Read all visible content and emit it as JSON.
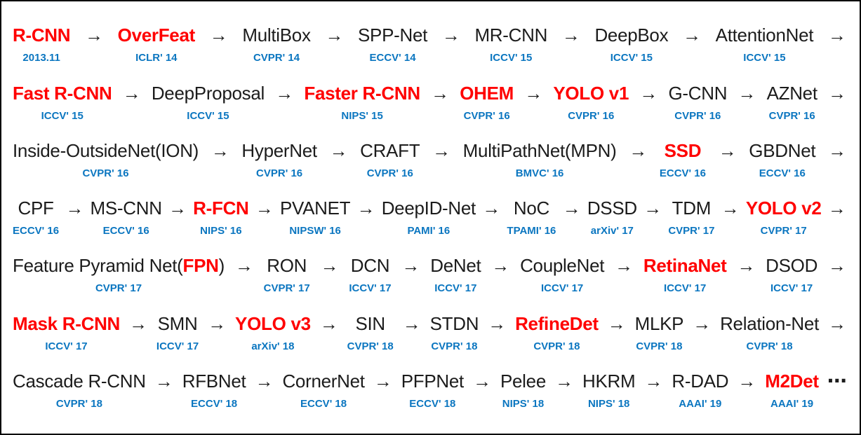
{
  "colors": {
    "red": "#ff0000",
    "black": "#1c1c1c",
    "blue": "#0b76c0",
    "border": "#000000"
  },
  "icons": {
    "arrow": "→",
    "ellipsis": "⋯"
  },
  "timeline": {
    "rows": [
      {
        "end": "arrow",
        "items": [
          {
            "parts": [
              {
                "text": "R-CNN",
                "color": "red"
              }
            ],
            "venue": "2013.11"
          },
          {
            "parts": [
              {
                "text": "OverFeat",
                "color": "red"
              }
            ],
            "venue": "ICLR' 14"
          },
          {
            "parts": [
              {
                "text": "MultiBox",
                "color": "black"
              }
            ],
            "venue": "CVPR' 14"
          },
          {
            "parts": [
              {
                "text": "SPP-Net",
                "color": "black"
              }
            ],
            "venue": "ECCV' 14"
          },
          {
            "parts": [
              {
                "text": "MR-CNN",
                "color": "black"
              }
            ],
            "venue": "ICCV' 15"
          },
          {
            "parts": [
              {
                "text": "DeepBox",
                "color": "black"
              }
            ],
            "venue": "ICCV' 15"
          },
          {
            "parts": [
              {
                "text": "AttentionNet",
                "color": "black"
              }
            ],
            "venue": "ICCV' 15"
          }
        ]
      },
      {
        "end": "arrow",
        "items": [
          {
            "parts": [
              {
                "text": "Fast R-CNN",
                "color": "red"
              }
            ],
            "venue": "ICCV' 15"
          },
          {
            "parts": [
              {
                "text": "DeepProposal",
                "color": "black"
              }
            ],
            "venue": "ICCV' 15"
          },
          {
            "parts": [
              {
                "text": "Faster R-CNN",
                "color": "red"
              }
            ],
            "venue": "NIPS' 15"
          },
          {
            "parts": [
              {
                "text": "OHEM",
                "color": "red"
              }
            ],
            "venue": "CVPR' 16"
          },
          {
            "parts": [
              {
                "text": "YOLO v1",
                "color": "red"
              }
            ],
            "venue": "CVPR' 16"
          },
          {
            "parts": [
              {
                "text": "G-CNN",
                "color": "black"
              }
            ],
            "venue": "CVPR' 16"
          },
          {
            "parts": [
              {
                "text": "AZNet",
                "color": "black"
              }
            ],
            "venue": "CVPR' 16"
          }
        ]
      },
      {
        "end": "arrow",
        "items": [
          {
            "parts": [
              {
                "text": "Inside-OutsideNet(ION)",
                "color": "black"
              }
            ],
            "venue": "CVPR' 16"
          },
          {
            "parts": [
              {
                "text": "HyperNet",
                "color": "black"
              }
            ],
            "venue": "CVPR' 16"
          },
          {
            "parts": [
              {
                "text": "CRAFT",
                "color": "black"
              }
            ],
            "venue": "CVPR' 16"
          },
          {
            "parts": [
              {
                "text": "MultiPathNet(MPN)",
                "color": "black"
              }
            ],
            "venue": "BMVC' 16"
          },
          {
            "parts": [
              {
                "text": "SSD",
                "color": "red"
              }
            ],
            "venue": "ECCV' 16"
          },
          {
            "parts": [
              {
                "text": "GBDNet",
                "color": "black"
              }
            ],
            "venue": "ECCV' 16"
          }
        ]
      },
      {
        "end": "arrow",
        "items": [
          {
            "parts": [
              {
                "text": "CPF",
                "color": "black"
              }
            ],
            "venue": "ECCV' 16"
          },
          {
            "parts": [
              {
                "text": "MS-CNN",
                "color": "black"
              }
            ],
            "venue": "ECCV' 16"
          },
          {
            "parts": [
              {
                "text": "R-FCN",
                "color": "red"
              }
            ],
            "venue": "NIPS' 16"
          },
          {
            "parts": [
              {
                "text": "PVANET",
                "color": "black"
              }
            ],
            "venue": "NIPSW' 16"
          },
          {
            "parts": [
              {
                "text": "DeepID-Net",
                "color": "black"
              }
            ],
            "venue": "PAMI' 16"
          },
          {
            "parts": [
              {
                "text": "NoC",
                "color": "black"
              }
            ],
            "venue": "TPAMI' 16"
          },
          {
            "parts": [
              {
                "text": "DSSD",
                "color": "black"
              }
            ],
            "venue": "arXiv' 17"
          },
          {
            "parts": [
              {
                "text": "TDM",
                "color": "black"
              }
            ],
            "venue": "CVPR' 17"
          },
          {
            "parts": [
              {
                "text": "YOLO v2",
                "color": "red"
              }
            ],
            "venue": "CVPR' 17"
          }
        ]
      },
      {
        "end": "arrow",
        "items": [
          {
            "parts": [
              {
                "text": "Feature Pyramid Net(",
                "color": "black"
              },
              {
                "text": "FPN",
                "color": "red"
              },
              {
                "text": ")",
                "color": "black"
              }
            ],
            "venue": "CVPR' 17"
          },
          {
            "parts": [
              {
                "text": "RON",
                "color": "black"
              }
            ],
            "venue": "CVPR' 17"
          },
          {
            "parts": [
              {
                "text": "DCN",
                "color": "black"
              }
            ],
            "venue": "ICCV' 17"
          },
          {
            "parts": [
              {
                "text": "DeNet",
                "color": "black"
              }
            ],
            "venue": "ICCV' 17"
          },
          {
            "parts": [
              {
                "text": "CoupleNet",
                "color": "black"
              }
            ],
            "venue": "ICCV' 17"
          },
          {
            "parts": [
              {
                "text": "RetinaNet",
                "color": "red"
              }
            ],
            "venue": "ICCV' 17"
          },
          {
            "parts": [
              {
                "text": "DSOD",
                "color": "black"
              }
            ],
            "venue": "ICCV' 17"
          }
        ]
      },
      {
        "end": "arrow",
        "items": [
          {
            "parts": [
              {
                "text": "Mask R-CNN",
                "color": "red"
              }
            ],
            "venue": "ICCV' 17"
          },
          {
            "parts": [
              {
                "text": "SMN",
                "color": "black"
              }
            ],
            "venue": "ICCV' 17"
          },
          {
            "parts": [
              {
                "text": "YOLO v3",
                "color": "red"
              }
            ],
            "venue": "arXiv' 18"
          },
          {
            "parts": [
              {
                "text": "SIN",
                "color": "black"
              }
            ],
            "venue": "CVPR' 18"
          },
          {
            "parts": [
              {
                "text": "STDN",
                "color": "black"
              }
            ],
            "venue": "CVPR' 18"
          },
          {
            "parts": [
              {
                "text": "RefineDet",
                "color": "red"
              }
            ],
            "venue": "CVPR' 18"
          },
          {
            "parts": [
              {
                "text": "MLKP",
                "color": "black"
              }
            ],
            "venue": "CVPR' 18"
          },
          {
            "parts": [
              {
                "text": "Relation-Net",
                "color": "black"
              }
            ],
            "venue": "CVPR' 18"
          }
        ]
      },
      {
        "end": "ellipsis",
        "items": [
          {
            "parts": [
              {
                "text": "Cascade R-CNN",
                "color": "black"
              }
            ],
            "venue": "CVPR' 18"
          },
          {
            "parts": [
              {
                "text": "RFBNet",
                "color": "black"
              }
            ],
            "venue": "ECCV' 18"
          },
          {
            "parts": [
              {
                "text": "CornerNet",
                "color": "black"
              }
            ],
            "venue": "ECCV' 18"
          },
          {
            "parts": [
              {
                "text": "PFPNet",
                "color": "black"
              }
            ],
            "venue": "ECCV' 18"
          },
          {
            "parts": [
              {
                "text": "Pelee",
                "color": "black"
              }
            ],
            "venue": "NIPS' 18"
          },
          {
            "parts": [
              {
                "text": "HKRM",
                "color": "black"
              }
            ],
            "venue": "NIPS' 18"
          },
          {
            "parts": [
              {
                "text": "R-DAD",
                "color": "black"
              }
            ],
            "venue": "AAAI' 19"
          },
          {
            "parts": [
              {
                "text": "M2Det",
                "color": "red"
              }
            ],
            "venue": "AAAI' 19"
          }
        ]
      }
    ]
  }
}
